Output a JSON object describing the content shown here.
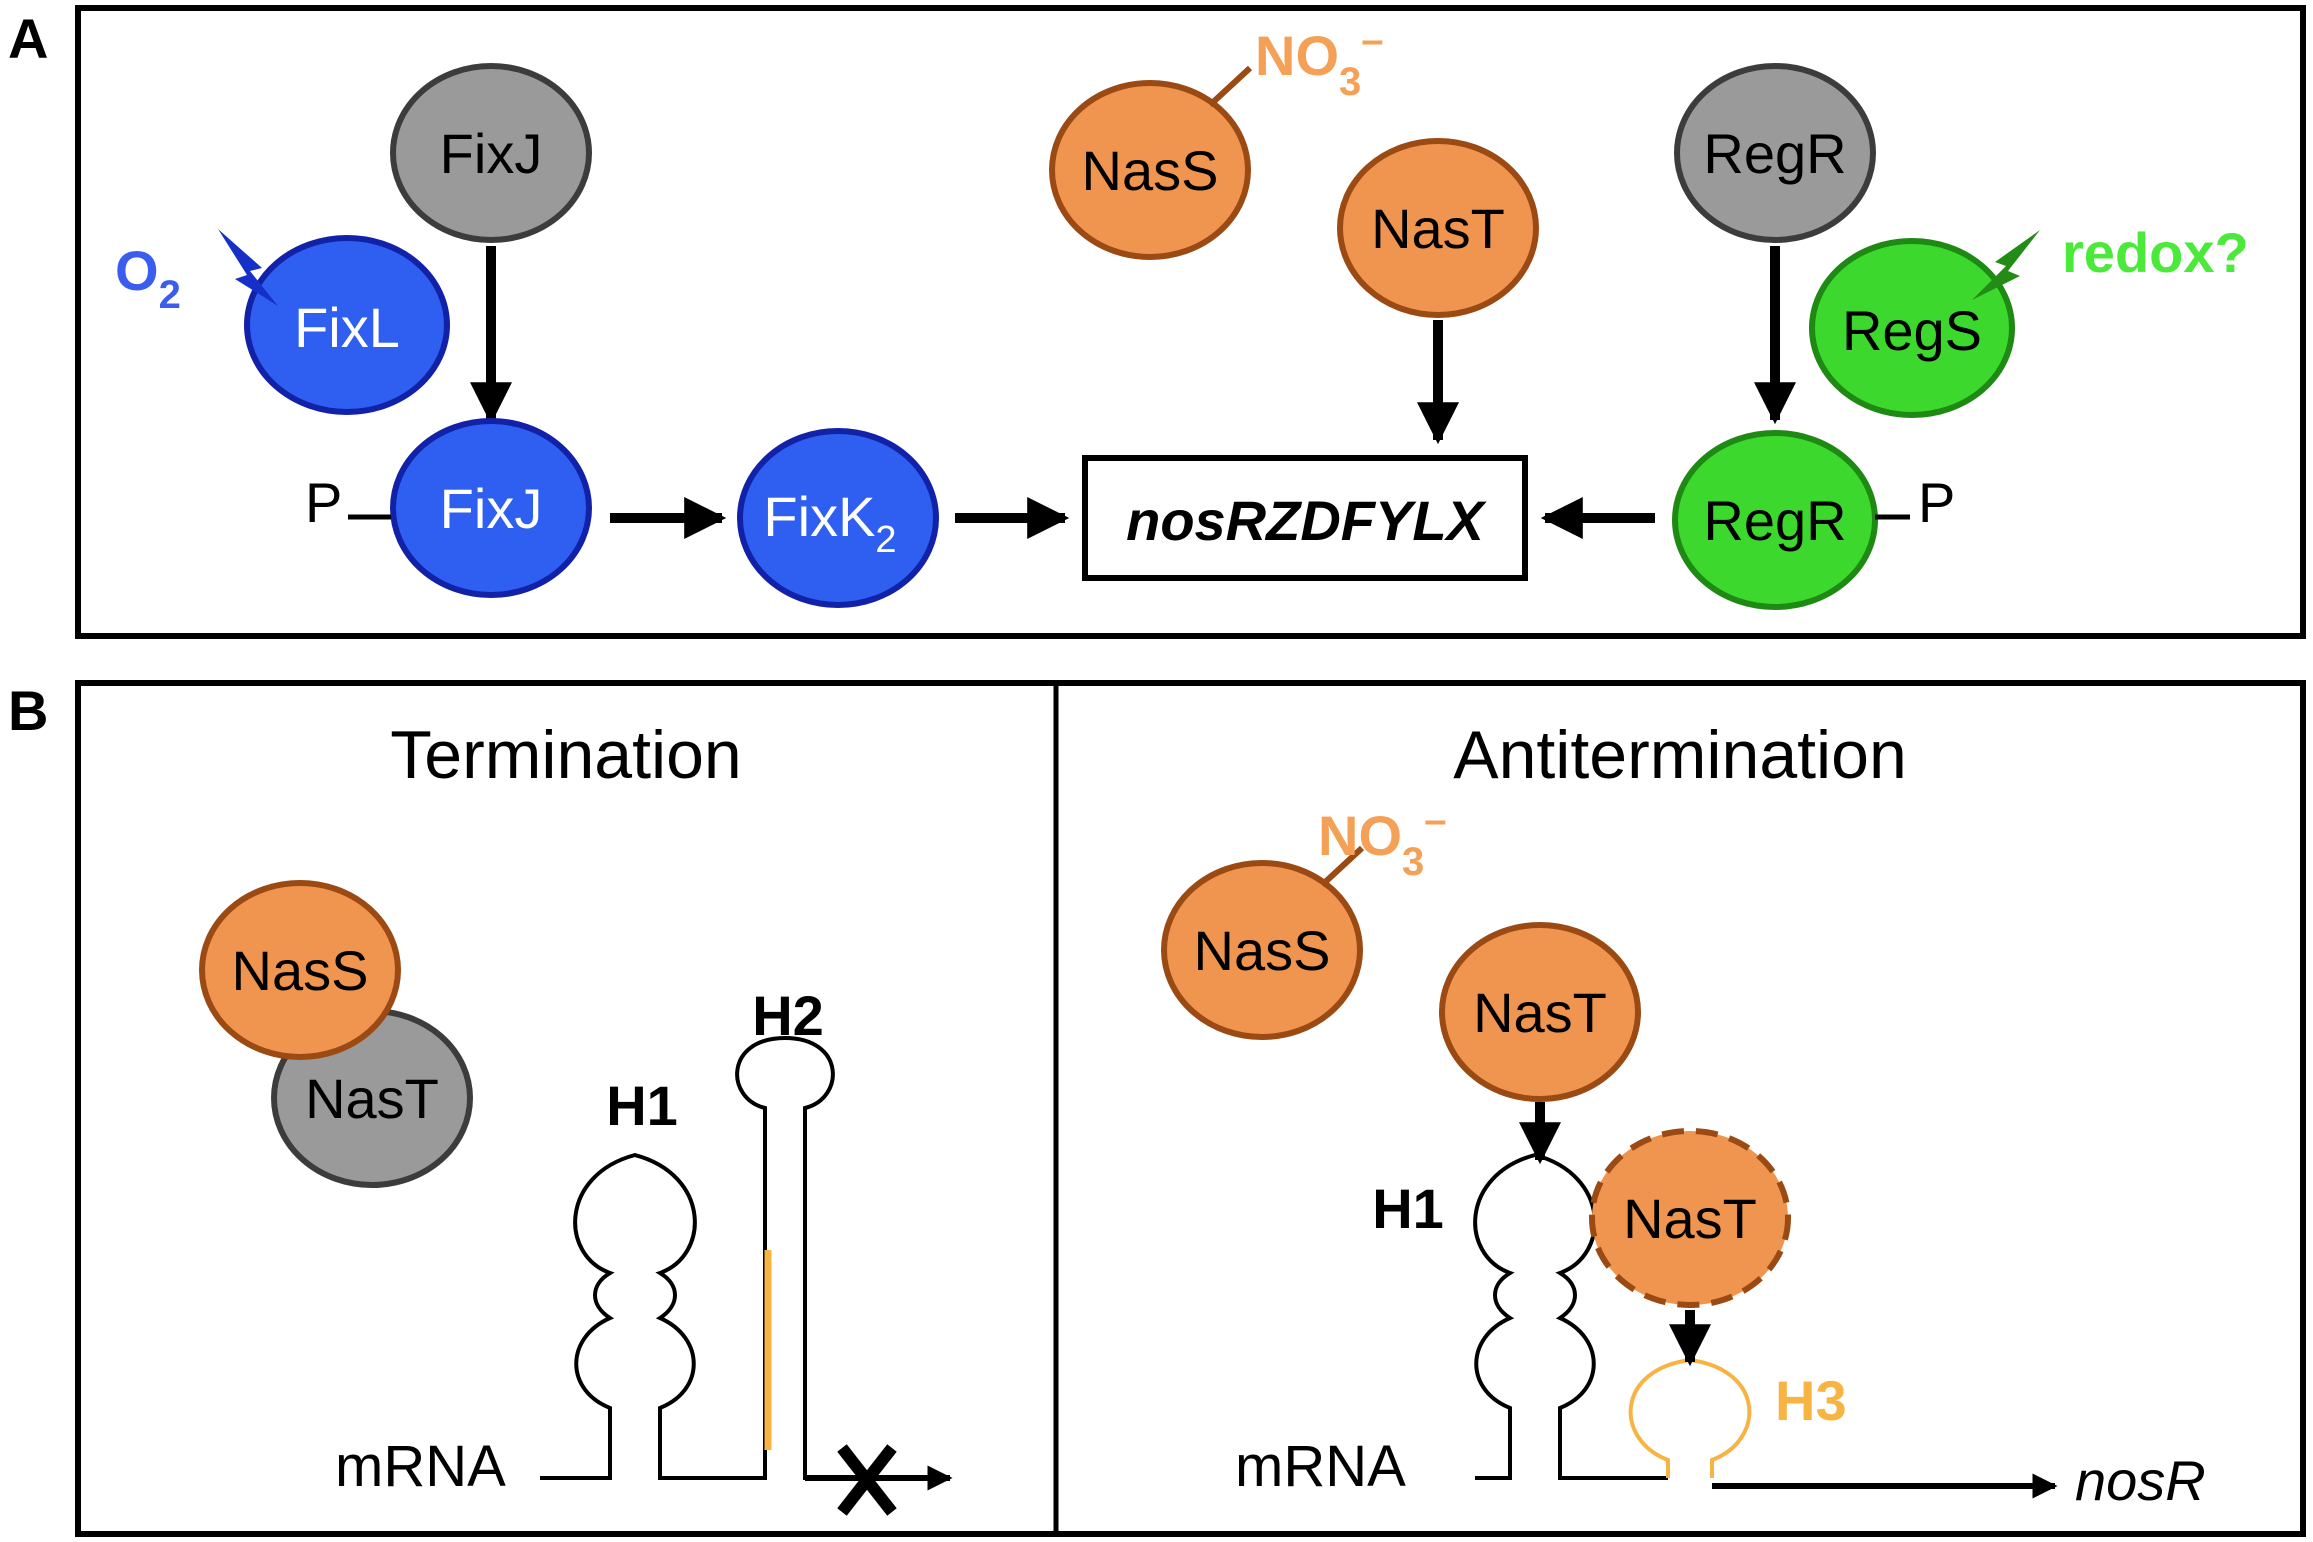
{
  "panel_a": {
    "label": "A",
    "o2": "O",
    "o2_sub": "2",
    "fixl": "FixL",
    "fixj_top": "FixJ",
    "fixj_phos": "FixJ",
    "p_left": "P",
    "fixk_base": "FixK",
    "fixk_sub": "2",
    "nass": "NasS",
    "nass_ligand": "NO",
    "nass_ligand_sub": "3",
    "nass_ligand_sup": "–",
    "nast": "NasT",
    "target_gene": "nosRZDFYLX",
    "regr_top": "RegR",
    "regs": "RegS",
    "redox": "redox?",
    "regr_phos": "RegR",
    "p_right": "P"
  },
  "panel_b": {
    "label": "B",
    "termination": {
      "title": "Termination",
      "nass": "NasS",
      "nast": "NasT",
      "h1": "H1",
      "h2": "H2",
      "mrna": "mRNA"
    },
    "antitermination": {
      "title": "Antitermination",
      "nass": "NasS",
      "nass_ligand": "NO",
      "nass_ligand_sub": "3",
      "nass_ligand_sup": "–",
      "nast_free": "NasT",
      "nast_bound": "NasT",
      "h1": "H1",
      "h3": "H3",
      "mrna": "mRNA",
      "gene": "nosR"
    }
  },
  "colors": {
    "blue_fill": "#2f5ff0",
    "blue_stroke": "#1222a8",
    "blue_text": "#3a5df0",
    "gray_fill": "#9a9a9a",
    "gray_stroke": "#3c3c3c",
    "orange_fill": "#f0954f",
    "orange_stroke": "#9a4a12",
    "orange_text": "#f5a057",
    "green_fill": "#3dd82e",
    "green_stroke": "#1e8a14",
    "green_text": "#4bea3a",
    "dark_green": "#238c17",
    "h_yellow": "#f8b443"
  }
}
